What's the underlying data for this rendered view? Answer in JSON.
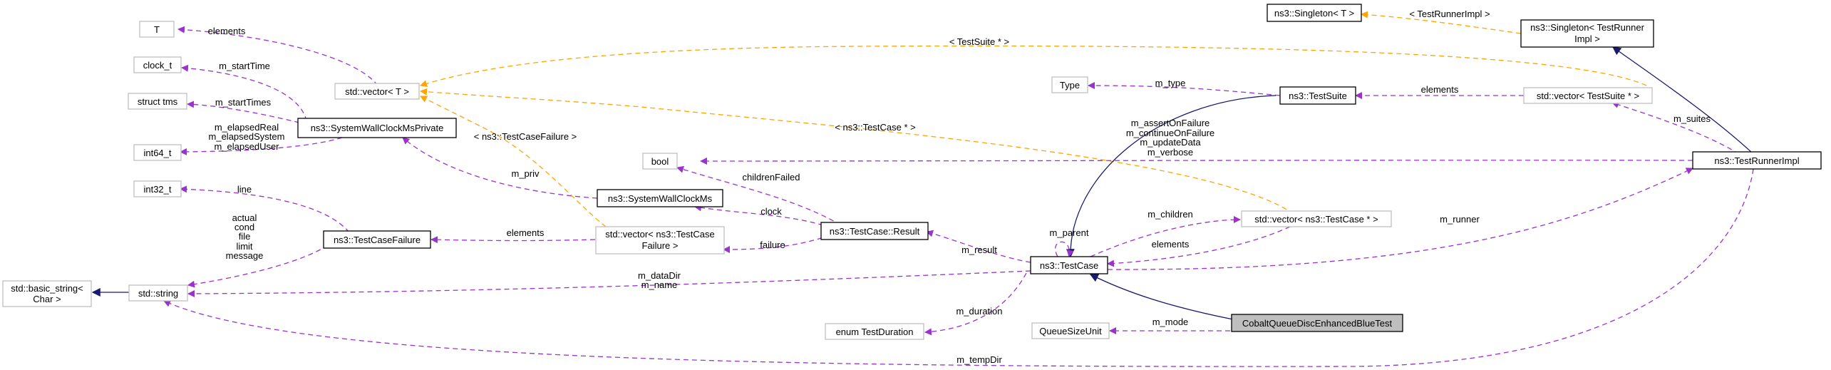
{
  "colors": {
    "usage_edge": "#9a32cd",
    "template_edge": "#ffa500",
    "inheritance_edge": "#191970",
    "focus_fill": "#bfbfbf",
    "external_border": "#bfbfbf"
  },
  "nodes": {
    "T": "T",
    "clock_t": "clock_t",
    "struct_tms": "struct tms",
    "int64_t": "int64_t",
    "int32_t": "int32_t",
    "basic_string": [
      "std::basic_string<",
      "Char >"
    ],
    "std_string": "std::string",
    "vector_T": "std::vector< T >",
    "wallclock_private": "ns3::SystemWallClockMsPrivate",
    "wallclock": "ns3::SystemWallClockMs",
    "testcasefailure": "ns3::TestCaseFailure",
    "vector_failure": [
      "std::vector< ns3::TestCase",
      "Failure >"
    ],
    "bool": "bool",
    "result": "ns3::TestCase::Result",
    "enum_duration": "enum TestDuration",
    "Type": "Type",
    "testsuite": "ns3::TestSuite",
    "testcase": "ns3::TestCase",
    "queuesizeunit": "QueueSizeUnit",
    "focus": "CobaltQueueDiscEnhancedBlueTest",
    "vector_testcase": "std::vector< ns3::TestCase * >",
    "singleton_T": "ns3::Singleton< T >",
    "singleton_runner": [
      "ns3::Singleton< TestRunner",
      "Impl >"
    ],
    "vector_testsuite": "std::vector< TestSuite * >",
    "runnerimpl": "ns3::TestRunnerImpl"
  },
  "edge_labels": {
    "elements_T": "elements",
    "m_startTime": "m_startTime",
    "m_startTimes": "m_startTimes",
    "elapsed": [
      "m_elapsedReal",
      "m_elapsedSystem",
      "m_elapsedUser"
    ],
    "line": "line",
    "failure_fields": [
      "actual",
      "cond",
      "file",
      "limit",
      "message"
    ],
    "m_priv": "m_priv",
    "childrenFailed": "childrenFailed",
    "clock": "clock",
    "elements_failure": "elements",
    "failure": "failure",
    "tpl_failure": "< ns3::TestCaseFailure >",
    "tpl_testcase": "< ns3::TestCase * >",
    "tpl_testsuite": "< TestSuite * >",
    "tpl_runner": "< TestRunnerImpl >",
    "m_type": "m_type",
    "elements_suite": "elements",
    "m_suites": "m_suites",
    "flags": [
      "m_assertOnFailure",
      "m_continueOnFailure",
      "m_updateData",
      "m_verbose"
    ],
    "m_result": "m_result",
    "m_parent": "m_parent",
    "m_children": "m_children",
    "elements_testcase": "elements",
    "m_runner": "m_runner",
    "dir_name": [
      "m_dataDir",
      "m_name"
    ],
    "m_duration": "m_duration",
    "m_mode": "m_mode",
    "m_tempDir": "m_tempDir"
  }
}
